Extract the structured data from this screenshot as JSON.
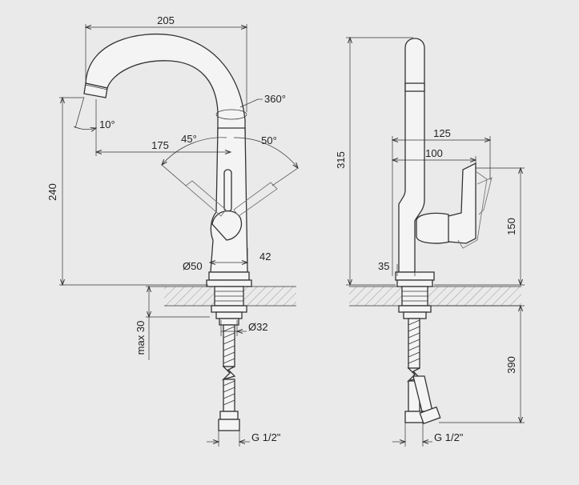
{
  "colors": {
    "background": "#eaeaea",
    "line": "#333333"
  },
  "front_view": {
    "dims": {
      "width": "205",
      "height": "240",
      "swivel": "360°",
      "spout_angle": "10°",
      "reach": "175",
      "lever_left": "45°",
      "lever_right": "50°",
      "base_dia": "Ø50",
      "base_offset": "42",
      "max_thickness": "max 30",
      "shank_dia": "Ø32",
      "thread": "G 1/2\""
    }
  },
  "side_view": {
    "dims": {
      "height": "315",
      "depth_total": "125",
      "depth_lever": "100",
      "lever_height": "150",
      "base_offset": "35",
      "hose_length": "390",
      "thread": "G 1/2\""
    }
  }
}
